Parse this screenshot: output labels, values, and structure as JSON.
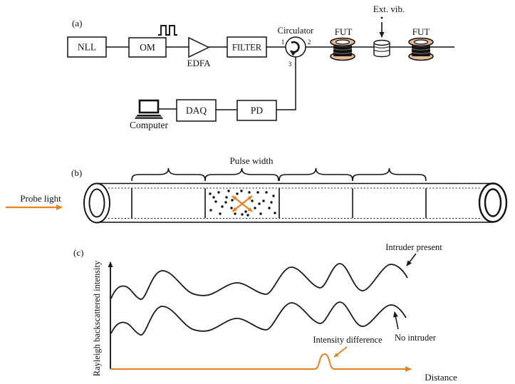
{
  "panel_a": {
    "label": "(a)",
    "nll": "NLL",
    "om": "OM",
    "edfa": "EDFA",
    "filter": "FILTER",
    "circulator": "Circulator",
    "port1": "1",
    "port2": "2",
    "port3": "3",
    "fut1": "FUT",
    "fut2": "FUT",
    "ext_vib": "Ext. vib.",
    "computer": "Computer",
    "daq": "DAQ",
    "pd": "PD"
  },
  "panel_b": {
    "label": "(b)",
    "probe_light": "Probe light",
    "pulse_width": "Pulse width"
  },
  "panel_c": {
    "label": "(c)",
    "y_axis_label": "Rayleigh backscattered intensity",
    "x_axis_label": "Distance",
    "intruder_present": "Intruder present",
    "no_intruder": "No intruder",
    "intensity_difference": "Intensity difference"
  },
  "colors": {
    "accent_orange": "#e8811f",
    "spool_flange": "#e7b98e",
    "line_black": "#1a1a1a"
  }
}
